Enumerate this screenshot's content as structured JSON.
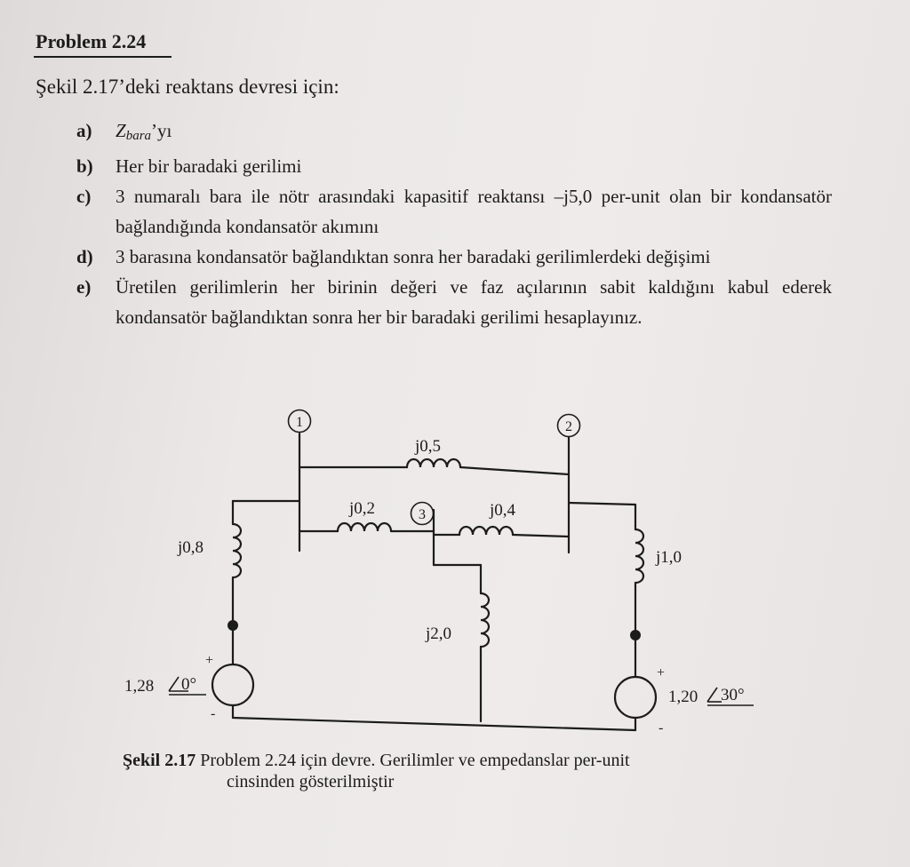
{
  "header": {
    "title": "Problem 2.24",
    "intro": "Şekil 2.17’deki reaktans devresi için:"
  },
  "questions": [
    {
      "label": "a)",
      "text_prefix": "Z",
      "text_sub": "bara",
      "text_suffix": "’yı"
    },
    {
      "label": "b)",
      "text": "Her bir baradaki gerilimi"
    },
    {
      "label": "c)",
      "text": "3 numaralı bara ile nötr arasındaki kapasitif reaktansı –j5,0 per-unit olan bir kondansatör bağlandığında kondansatör akımını"
    },
    {
      "label": "d)",
      "text": "3 barasına kondansatör bağlandıktan sonra her baradaki gerilimlerdeki değişimi"
    },
    {
      "label": "e)",
      "text": "Üretilen gerilimlerin her birinin değeri ve faz açılarının sabit kaldığını kabul ederek kondansatör bağlandıktan sonra her bir baradaki gerilimi hesaplayınız."
    }
  ],
  "circuit": {
    "nodes": [
      "1",
      "2",
      "3"
    ],
    "reactances": {
      "bus1_bus2": "j0,5",
      "bus1_bus3": "j0,2",
      "bus3_bus2": "j0,4",
      "gen1": "j0,8",
      "gen2": "j1,0",
      "bus3_ground": "j2,0"
    },
    "sources": {
      "left_magnitude": "1,28",
      "left_angle": "0°",
      "right_magnitude": "1,20",
      "right_angle": "30°",
      "plus": "+",
      "minus": "-"
    }
  },
  "caption": {
    "label": "Şekil 2.17",
    "text_line1": "Problem 2.24 için devre. Gerilimler ve empedanslar per-unit",
    "text_line2": "cinsinden gösterilmiştir"
  }
}
